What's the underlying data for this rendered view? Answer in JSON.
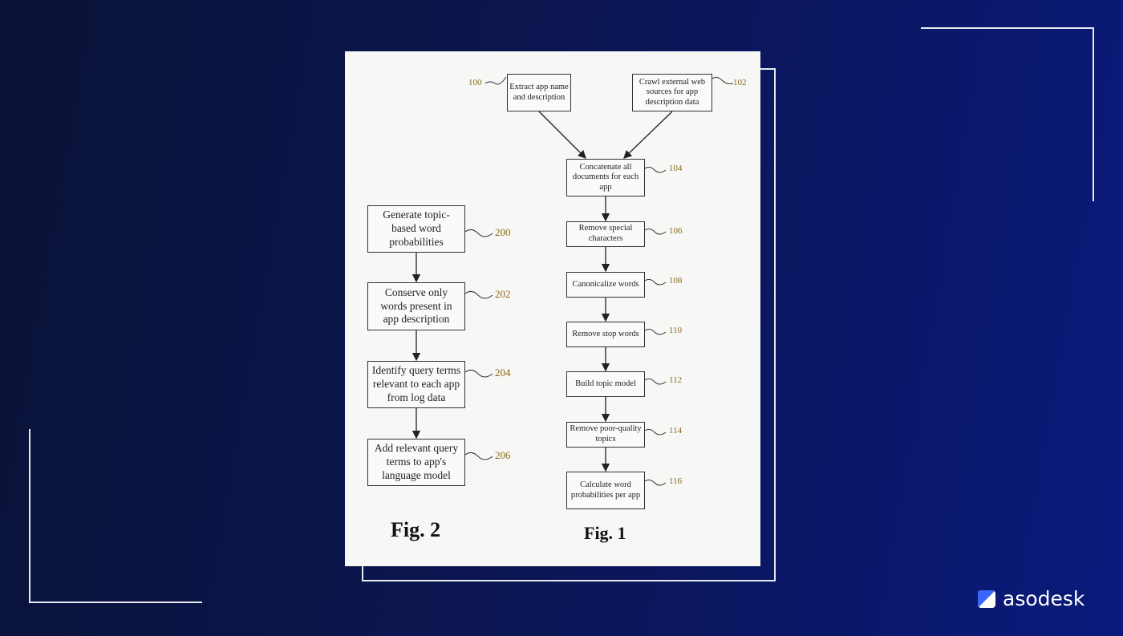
{
  "brand": {
    "name": "asodesk",
    "accent": "#3a66ff"
  },
  "fig1": {
    "label": "Fig. 1",
    "steps": [
      {
        "ref": "100",
        "text": "Extract app name and description"
      },
      {
        "ref": "102",
        "text": "Crawl external web sources for app description data"
      },
      {
        "ref": "104",
        "text": "Concatenate all documents for each app"
      },
      {
        "ref": "106",
        "text": "Remove special characters"
      },
      {
        "ref": "108",
        "text": "Canonicalize words"
      },
      {
        "ref": "110",
        "text": "Remove stop words"
      },
      {
        "ref": "112",
        "text": "Build topic model"
      },
      {
        "ref": "114",
        "text": "Remove poor-quality topics"
      },
      {
        "ref": "116",
        "text": "Calculate word probabilities per app"
      }
    ]
  },
  "fig2": {
    "label": "Fig. 2",
    "steps": [
      {
        "ref": "200",
        "text": "Generate topic-based word probabilities"
      },
      {
        "ref": "202",
        "text": "Conserve only words present in app description"
      },
      {
        "ref": "204",
        "text": "Identify query terms relevant to each app from log data"
      },
      {
        "ref": "206",
        "text": "Add relevant query terms to app's language model"
      }
    ]
  }
}
